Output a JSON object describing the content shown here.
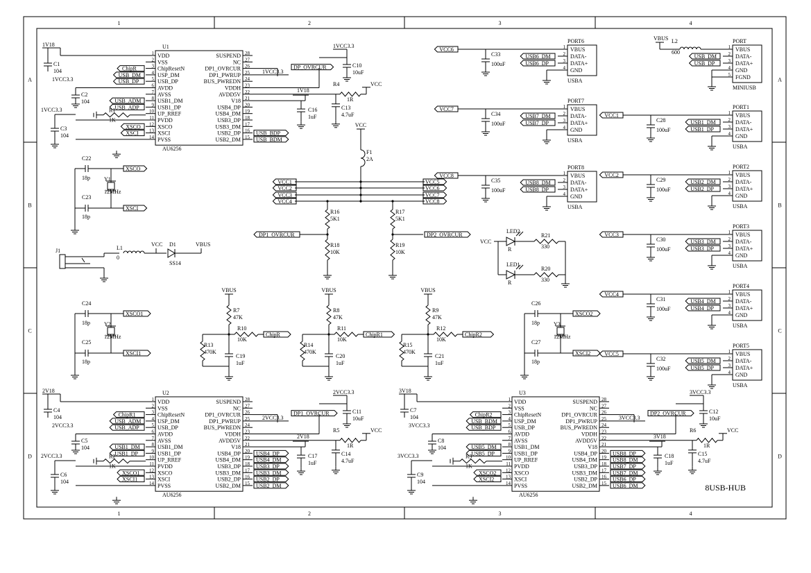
{
  "frame": {
    "col_labels": [
      "1",
      "2",
      "3",
      "4"
    ],
    "row_labels": [
      "A",
      "B",
      "C",
      "D"
    ],
    "sheet_title": "8USB-HUB"
  },
  "chips": [
    {
      "ref": "U1",
      "part": "AU6256",
      "left_pins": [
        {
          "num": "1",
          "name": "VDD",
          "net": "1V18"
        },
        {
          "num": "2",
          "name": "VSS",
          "net": ""
        },
        {
          "num": "3",
          "name": "ChipResetN",
          "net": "ChipR"
        },
        {
          "num": "4",
          "name": "USP_DM",
          "net": "USB_DM"
        },
        {
          "num": "5",
          "name": "USB_DP",
          "net": "USB_DP"
        },
        {
          "num": "6",
          "name": "AVDD",
          "net": ""
        },
        {
          "num": "7",
          "name": "AVSS",
          "net": ""
        },
        {
          "num": "8",
          "name": "USB1_DM",
          "net": "USB_ADM"
        },
        {
          "num": "9",
          "name": "USB1_DP",
          "net": "USB_ADP"
        },
        {
          "num": "10",
          "name": "UP_RREF",
          "net": ""
        },
        {
          "num": "11",
          "name": "PVDD",
          "net": ""
        },
        {
          "num": "12",
          "name": "XSCO",
          "net": "XSCO"
        },
        {
          "num": "13",
          "name": "XSCI",
          "net": "XSCI"
        },
        {
          "num": "14",
          "name": "PVSS",
          "net": ""
        }
      ],
      "right_pins": [
        {
          "num": "28",
          "name": "SUSPEND",
          "net": ""
        },
        {
          "num": "27",
          "name": "NC",
          "net": ""
        },
        {
          "num": "26",
          "name": "DP1_OVRCUR",
          "net": "DP_OVRCUR"
        },
        {
          "num": "25",
          "name": "DP1_PWRUP",
          "net": "1VCC3.3"
        },
        {
          "num": "24",
          "name": "BUS_PWREDN",
          "net": ""
        },
        {
          "num": "23",
          "name": "VDDH",
          "net": ""
        },
        {
          "num": "22",
          "name": "AVDD5V",
          "net": ""
        },
        {
          "num": "21",
          "name": "V18",
          "net": ""
        },
        {
          "num": "20",
          "name": "USB4_DP",
          "net": ""
        },
        {
          "num": "19",
          "name": "USB4_DM",
          "net": ""
        },
        {
          "num": "18",
          "name": "USB3_DP",
          "net": ""
        },
        {
          "num": "17",
          "name": "USB3_DM",
          "net": ""
        },
        {
          "num": "16",
          "name": "USB2_DP",
          "net": "USB_BDP"
        },
        {
          "num": "15",
          "name": "USB2_DM",
          "net": "USB_BDM"
        }
      ]
    },
    {
      "ref": "U2",
      "part": "AU6256",
      "left_pins": [
        {
          "num": "1",
          "name": "VDD",
          "net": "2V18"
        },
        {
          "num": "2",
          "name": "VSS",
          "net": ""
        },
        {
          "num": "3",
          "name": "ChipResetN",
          "net": "ChipR1"
        },
        {
          "num": "4",
          "name": "USP_DM",
          "net": "USB_ADM"
        },
        {
          "num": "5",
          "name": "USB_DP",
          "net": "USB_ADP"
        },
        {
          "num": "6",
          "name": "AVDD",
          "net": ""
        },
        {
          "num": "7",
          "name": "AVSS",
          "net": ""
        },
        {
          "num": "8",
          "name": "USB1_DM",
          "net": "USB1_DM"
        },
        {
          "num": "9",
          "name": "USB1_DP",
          "net": "USB1_DP"
        },
        {
          "num": "10",
          "name": "UP_RREF",
          "net": ""
        },
        {
          "num": "11",
          "name": "PVDD",
          "net": ""
        },
        {
          "num": "12",
          "name": "XSCO",
          "net": "XSCO1"
        },
        {
          "num": "13",
          "name": "XSCI",
          "net": "XSCI1"
        },
        {
          "num": "14",
          "name": "PVSS",
          "net": ""
        }
      ],
      "right_pins": [
        {
          "num": "28",
          "name": "SUSPEND",
          "net": ""
        },
        {
          "num": "27",
          "name": "NC",
          "net": ""
        },
        {
          "num": "26",
          "name": "DP1_OVRCUR",
          "net": "DP1_OVRCUR"
        },
        {
          "num": "25",
          "name": "DP1_PWRUP",
          "net": "2VCC3.3"
        },
        {
          "num": "24",
          "name": "BUS_PWREDN",
          "net": ""
        },
        {
          "num": "23",
          "name": "VDDH",
          "net": ""
        },
        {
          "num": "22",
          "name": "AVDD5V",
          "net": ""
        },
        {
          "num": "21",
          "name": "V18",
          "net": ""
        },
        {
          "num": "20",
          "name": "USB4_DP",
          "net": "USB4_DP"
        },
        {
          "num": "19",
          "name": "USB4_DM",
          "net": "USB4_DM"
        },
        {
          "num": "18",
          "name": "USB3_DP",
          "net": "USB3_DP"
        },
        {
          "num": "17",
          "name": "USB3_DM",
          "net": "USB3_DM"
        },
        {
          "num": "16",
          "name": "USB2_DP",
          "net": "USB2_DP"
        },
        {
          "num": "15",
          "name": "USB2_DM",
          "net": "USB2_DM"
        }
      ]
    },
    {
      "ref": "U3",
      "part": "AU6256",
      "left_pins": [
        {
          "num": "1",
          "name": "VDD",
          "net": "3V18"
        },
        {
          "num": "2",
          "name": "VSS",
          "net": ""
        },
        {
          "num": "3",
          "name": "ChipResetN",
          "net": "ChipR2"
        },
        {
          "num": "4",
          "name": "USP_DM",
          "net": "USB_BDM"
        },
        {
          "num": "5",
          "name": "USB_DP",
          "net": "USB_BDP"
        },
        {
          "num": "6",
          "name": "AVDD",
          "net": ""
        },
        {
          "num": "7",
          "name": "AVSS",
          "net": ""
        },
        {
          "num": "8",
          "name": "USB1_DM",
          "net": "USB5_DM"
        },
        {
          "num": "9",
          "name": "USB1_DP",
          "net": "USB5_DP"
        },
        {
          "num": "10",
          "name": "UP_RREF",
          "net": ""
        },
        {
          "num": "11",
          "name": "PVDD",
          "net": ""
        },
        {
          "num": "12",
          "name": "XSCO",
          "net": "XSCO2"
        },
        {
          "num": "13",
          "name": "XSCI",
          "net": "XSCI2"
        },
        {
          "num": "14",
          "name": "PVSS",
          "net": ""
        }
      ],
      "right_pins": [
        {
          "num": "28",
          "name": "SUSPEND",
          "net": ""
        },
        {
          "num": "27",
          "name": "NC",
          "net": ""
        },
        {
          "num": "26",
          "name": "DP1_OVRCUR",
          "net": "DP2_OVRCUR"
        },
        {
          "num": "25",
          "name": "DP1_PWRUP",
          "net": "3VCC3.3"
        },
        {
          "num": "24",
          "name": "BUS_PWREDN",
          "net": ""
        },
        {
          "num": "23",
          "name": "VDDH",
          "net": ""
        },
        {
          "num": "22",
          "name": "AVDD5V",
          "net": ""
        },
        {
          "num": "21",
          "name": "V18",
          "net": ""
        },
        {
          "num": "20",
          "name": "USB4_DP",
          "net": "USB8_DP"
        },
        {
          "num": "19",
          "name": "USB4_DM",
          "net": "USB8_DM"
        },
        {
          "num": "18",
          "name": "USB3_DP",
          "net": "USB7_DP"
        },
        {
          "num": "17",
          "name": "USB3_DM",
          "net": "USB7_DM"
        },
        {
          "num": "16",
          "name": "USB2_DP",
          "net": "USB6_DP"
        },
        {
          "num": "15",
          "name": "USB2_DM",
          "net": "USB6_DM"
        }
      ]
    }
  ],
  "ports": [
    {
      "ref": "PORT6",
      "type": "USBA",
      "pins": [
        "VBUS",
        "DATA-",
        "DATA+",
        "GND"
      ],
      "nums": [
        "1",
        "2",
        "3",
        "4"
      ],
      "power": "VCC6",
      "dm": "USB6_DM",
      "dp": "USB6_DP",
      "cap": "C33",
      "cap_val": "100uF"
    },
    {
      "ref": "PORT7",
      "type": "USBA",
      "pins": [
        "VBUS",
        "DATA-",
        "DATA+",
        "GND"
      ],
      "nums": [
        "1",
        "2",
        "3",
        "4"
      ],
      "power": "VCC7",
      "dm": "USB7_DM",
      "dp": "USB7_DP",
      "cap": "C34",
      "cap_val": "100uF"
    },
    {
      "ref": "PORT8",
      "type": "USBA",
      "pins": [
        "VBUS",
        "DATA-",
        "DATA+",
        "GND"
      ],
      "nums": [
        "1",
        "2",
        "3",
        "4"
      ],
      "power": "VCC8",
      "dm": "USB8_DM",
      "dp": "USB8_DP",
      "cap": "C35",
      "cap_val": "100uF"
    },
    {
      "ref": "PORT1",
      "type": "USBA",
      "pins": [
        "VBUS",
        "DATA-",
        "DATA+",
        "GND"
      ],
      "nums": [
        "1",
        "2",
        "3",
        "4"
      ],
      "power": "VCC1",
      "dm": "USB1_DM",
      "dp": "USB1_DP",
      "cap": "C28",
      "cap_val": "100uF"
    },
    {
      "ref": "PORT2",
      "type": "USBA",
      "pins": [
        "VBUS",
        "DATA-",
        "DATA+",
        "GND"
      ],
      "nums": [
        "1",
        "2",
        "3",
        "4"
      ],
      "power": "VCC2",
      "dm": "USB2_DM",
      "dp": "USB2_DP",
      "cap": "C29",
      "cap_val": "100uF"
    },
    {
      "ref": "PORT3",
      "type": "USBA",
      "pins": [
        "VBUS",
        "DATA-",
        "DATA+",
        "GND"
      ],
      "nums": [
        "1",
        "2",
        "3",
        "4"
      ],
      "power": "VCC3",
      "dm": "USB3_DM",
      "dp": "USB3_DP",
      "cap": "C30",
      "cap_val": "100uF"
    },
    {
      "ref": "PORT4",
      "type": "USBA",
      "pins": [
        "VBUS",
        "DATA-",
        "DATA+",
        "GND"
      ],
      "nums": [
        "1",
        "2",
        "3",
        "4"
      ],
      "power": "VCC4",
      "dm": "USB4_DM",
      "dp": "USB4_DP",
      "cap": "C31",
      "cap_val": "100uF"
    },
    {
      "ref": "PORT5",
      "type": "USBA",
      "pins": [
        "VBUS",
        "DATA-",
        "DATA+",
        "GND"
      ],
      "nums": [
        "1",
        "2",
        "3",
        "4"
      ],
      "power": "VCC5",
      "dm": "USB5_DM",
      "dp": "USB5_DP",
      "cap": "C32",
      "cap_val": "100uF"
    }
  ],
  "mini_usb": {
    "ref": "PORT",
    "type": "MINIUSB",
    "pins": [
      "VBUS",
      "DATA-",
      "DATA+",
      "GND",
      "FGND"
    ],
    "nums": [
      "1",
      "2",
      "3",
      "4",
      "5"
    ],
    "vbus": "VBUS",
    "inductor": "L2",
    "inductor_val": "600",
    "dm": "USB_DM",
    "dp": "USB_DP"
  },
  "power": {
    "vcc": "VCC",
    "fuse": "F1",
    "fuse_val": "2A",
    "rails": [
      "VCC1",
      "VCC2",
      "VCC3",
      "VCC4"
    ],
    "rails_right": [
      "VCC5",
      "VCC6",
      "VCC7",
      "VCC8"
    ],
    "r16": "R16",
    "r16_val": "5K1",
    "r18": "R18",
    "r18_val": "10K",
    "r17": "R17",
    "r17_val": "5K1",
    "r19": "R19",
    "r19_val": "10K",
    "ovr1": "DP1_OVRCUR",
    "ovr2": "DP2_OVRCUR"
  },
  "leds": {
    "vcc": "VCC",
    "led2": "LED2",
    "r21": "R21",
    "r21_val": "330",
    "led1": "LED1",
    "r20": "R20",
    "r20_val": "330",
    "color": "R"
  },
  "input": {
    "j1": "J1",
    "l1": "L1",
    "l1_val": "0",
    "vcc": "VCC",
    "d1": "D1",
    "d1_val": "SS14",
    "vbus": "VBUS"
  },
  "crystals": [
    {
      "cap_a": "C22",
      "cap_b": "C23",
      "cap_val": "18p",
      "xtal": "Y1",
      "freq": "12MHz",
      "out": "XSCO",
      "in": "XSCI"
    },
    {
      "cap_a": "C24",
      "cap_b": "C25",
      "cap_val": "18p",
      "xtal": "Y2",
      "freq": "12MHz",
      "out": "XSCO1",
      "in": "XSCI1"
    },
    {
      "cap_a": "C26",
      "cap_b": "C27",
      "cap_val": "18p",
      "xtal": "Y3",
      "freq": "12MHz",
      "out": "XSCO2",
      "in": "XSCI2"
    }
  ],
  "resets": [
    {
      "vbus": "VBUS",
      "r_top": "R7",
      "r_top_val": "47K",
      "r_ser": "R10",
      "r_ser_val": "10K",
      "r_pd": "R13",
      "r_pd_val": "470K",
      "cap": "C19",
      "cap_val": "1uF",
      "net": "ChipR"
    },
    {
      "vbus": "VBUS",
      "r_top": "R8",
      "r_top_val": "47K",
      "r_ser": "R11",
      "r_ser_val": "10K",
      "r_pd": "R14",
      "r_pd_val": "470K",
      "cap": "C20",
      "cap_val": "1uF",
      "net": "ChipR1"
    },
    {
      "vbus": "VBUS",
      "r_top": "R9",
      "r_top_val": "47K",
      "r_ser": "R12",
      "r_ser_val": "10K",
      "r_pd": "R15",
      "r_pd_val": "470K",
      "cap": "C21",
      "cap_val": "1uF",
      "net": "ChipR2"
    }
  ],
  "hubs": [
    {
      "v18": "1V18",
      "vcc33": "1VCC3.3",
      "c_top": "C1",
      "c_top_val": "104",
      "c_mid": "C2",
      "c_mid_val": "104",
      "c_bot": "C3",
      "c_bot_val": "104",
      "r_ref": "R1",
      "r_ref_val": "1K",
      "r_vcc": "R4",
      "r_vcc_val": "1R",
      "c_bulk": "C10",
      "c_bulk_val": "10uF",
      "c_18": "C16",
      "c_18_val": "1uF",
      "c_47": "C13",
      "c_47_val": "4.7uF",
      "vcc": "VCC"
    },
    {
      "v18": "2V18",
      "vcc33": "2VCC3.3",
      "c_top": "C4",
      "c_top_val": "104",
      "c_mid": "C5",
      "c_mid_val": "104",
      "c_bot": "C6",
      "c_bot_val": "104",
      "r_ref": "R2",
      "r_ref_val": "1K",
      "r_vcc": "R5",
      "r_vcc_val": "1R",
      "c_bulk": "C11",
      "c_bulk_val": "10uF",
      "c_18": "C17",
      "c_18_val": "1uF",
      "c_47": "C14",
      "c_47_val": "4.7uF",
      "vcc": "VCC"
    },
    {
      "v18": "3V18",
      "vcc33": "3VCC3.3",
      "c_top": "C7",
      "c_top_val": "104",
      "c_mid": "C8",
      "c_mid_val": "104",
      "c_bot": "C9",
      "c_bot_val": "104",
      "r_ref": "R3",
      "r_ref_val": "1K",
      "r_vcc": "R6",
      "r_vcc_val": "1R",
      "c_bulk": "C12",
      "c_bulk_val": "10uF",
      "c_18": "C18",
      "c_18_val": "1uF",
      "c_47": "C15",
      "c_47_val": "4.7uF",
      "vcc": "VCC"
    }
  ]
}
